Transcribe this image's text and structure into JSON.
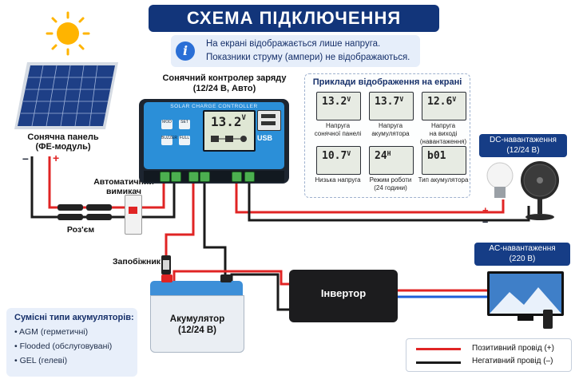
{
  "title": "СХЕМА ПІДКЛЮЧЕННЯ",
  "info": {
    "line1": "На екрані відображається лише напруга.",
    "line2": "Показники струму (ампери) не відображаються."
  },
  "controller": {
    "label_line1": "Сонячний контролер заряду",
    "label_line2": "(12/24 В, Авто)",
    "header": "SOLAR CHARGE CONTROLLER",
    "lcd_value": "13.2",
    "lcd_unit": "V",
    "usb_label": "USB",
    "btn_mode": "MOD",
    "btn_set": "SET",
    "btn_buzzer": "BUZZER",
    "btn_full": "FULL"
  },
  "solar_panel": {
    "label_line1": "Сонячна панель",
    "label_line2": "(ФЕ-модуль)"
  },
  "breaker": {
    "label_line1": "Автоматичний",
    "label_line2": "вимикач"
  },
  "connector": {
    "label": "Роз'єм"
  },
  "fuse": {
    "label": "Запобіжник"
  },
  "battery": {
    "label_line1": "Акумулятор",
    "label_line2": "(12/24 В)"
  },
  "inverter": {
    "label": "Інвертор"
  },
  "dc_load": {
    "label_line1": "DC-навантаження",
    "label_line2": "(12/24 В)"
  },
  "ac_load": {
    "label_line1": "AC-навантаження",
    "label_line2": "(220 В)"
  },
  "examples": {
    "title": "Приклади відображення на екрані",
    "tiles": [
      {
        "value": "13.2",
        "unit": "V",
        "caption1": "Напруга",
        "caption2": "сонячної панелі"
      },
      {
        "value": "13.7",
        "unit": "V",
        "caption1": "Напруга",
        "caption2": "акумулятора"
      },
      {
        "value": "12.6",
        "unit": "V",
        "caption1": "Напруга",
        "caption2": "на виході (навантаження)"
      },
      {
        "value": "10.7",
        "unit": "V",
        "caption1": "Низька напруга",
        "caption2": ""
      },
      {
        "value": "24",
        "unit": "H",
        "caption1": "Режим роботи",
        "caption2": "(24 години)"
      },
      {
        "value": "b01",
        "unit": "",
        "caption1": "Тип акумулятора",
        "caption2": ""
      }
    ]
  },
  "compat": {
    "title": "Сумісні типи акумуляторів:",
    "items": [
      "AGM (герметичні)",
      "Flooded (обслуговувані)",
      "GEL (гелеві)"
    ]
  },
  "legend": {
    "positive": "Позитивний провід (+)",
    "negative": "Негативний провід (–)"
  },
  "signs": {
    "plus": "+",
    "minus": "–"
  },
  "colors": {
    "positive": "#e02424",
    "negative": "#1a1a1a",
    "accent": "#12357a",
    "controller_face": "#2b8fd8"
  }
}
